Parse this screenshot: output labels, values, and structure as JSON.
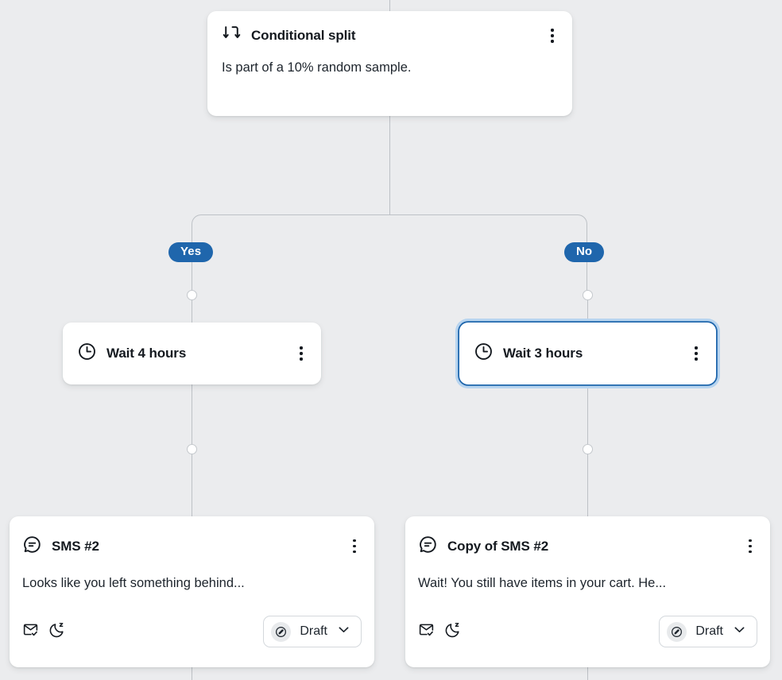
{
  "canvas": {
    "background_color": "#ebecee",
    "connector_color": "#bdc1c6",
    "accent_color": "#1f66ac",
    "selection_ring_color": "#b7d4ef"
  },
  "branches": [
    {
      "label": "Yes"
    },
    {
      "label": "No"
    }
  ],
  "nodes": {
    "split": {
      "icon": "conditional-split-icon",
      "title": "Conditional split",
      "body": "Is part of a 10% random sample.",
      "menu_icon": "kebab-menu-icon"
    },
    "wait_yes": {
      "icon": "clock-icon",
      "title": "Wait 4 hours",
      "menu_icon": "kebab-menu-icon",
      "selected": false
    },
    "wait_no": {
      "icon": "clock-icon",
      "title": "Wait 3 hours",
      "menu_icon": "kebab-menu-icon",
      "selected": true
    },
    "sms_yes": {
      "icon": "sms-message-icon",
      "title": "SMS #2",
      "body": "Looks like you left something behind...",
      "menu_icon": "kebab-menu-icon",
      "badges": [
        {
          "icon": "envelope-check-icon"
        },
        {
          "icon": "moon-quiet-hours-icon"
        }
      ],
      "status": {
        "icon": "pencil-draft-icon",
        "label": "Draft",
        "chevron_icon": "chevron-down-icon"
      }
    },
    "sms_no": {
      "icon": "sms-message-icon",
      "title": "Copy of SMS #2",
      "body": "Wait! You still have items in your cart. He...",
      "menu_icon": "kebab-menu-icon",
      "badges": [
        {
          "icon": "envelope-check-icon"
        },
        {
          "icon": "moon-quiet-hours-icon"
        }
      ],
      "status": {
        "icon": "pencil-draft-icon",
        "label": "Draft",
        "chevron_icon": "chevron-down-icon"
      }
    }
  }
}
